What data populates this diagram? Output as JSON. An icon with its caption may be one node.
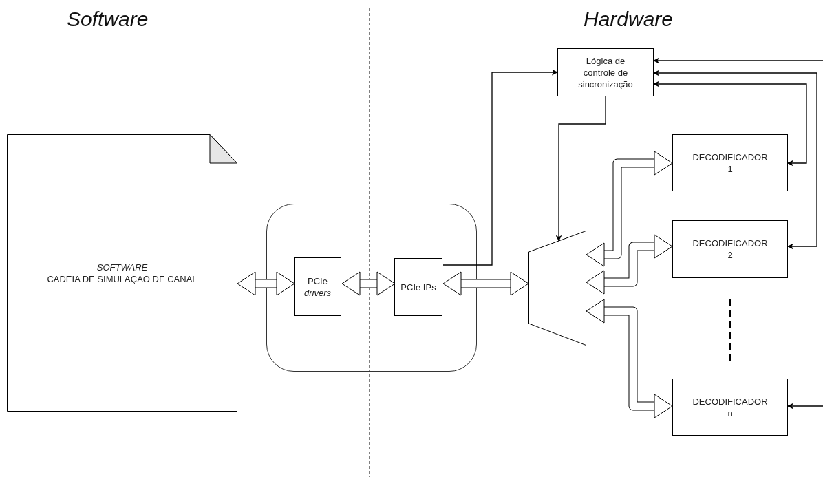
{
  "diagram": {
    "nodes": [
      {
        "text": [
          "SOFTWARE",
          "CADEIA DE SIMULAÇÃO DE CANAL"
        ]
      },
      {
        "text": [],
        "shape": "box"
      },
      {
        "text": [
          "PCIe *drivers*"
        ],
        "in": 1
      },
      {
        "text": [
          "PCIe IPs"
        ],
        "in": 1
      },
      {
        "text": [
          "Lógica de controle de sincronização"
        ]
      },
      {
        "text": [],
        "shape": "trapezoid"
      },
      {
        "text": [
          "DECODIFICADOR 1"
        ]
      },
      {
        "text": [
          "DECODIFICADOR 2"
        ]
      },
      {
        "text": [
          "DECODIFICADOR n"
        ]
      }
    ],
    "edges": [
      {
        "from": 0,
        "to": 2,
        "arrow": "both",
        "style": "thick"
      },
      {
        "from": 2,
        "to": 3,
        "arrow": "both",
        "style": "thick"
      },
      {
        "from": 3,
        "to": 5,
        "arrow": "both",
        "style": "thick"
      },
      {
        "from": 5,
        "to": 6,
        "arrow": "both",
        "style": "thick"
      },
      {
        "from": 5,
        "to": 7,
        "arrow": "both",
        "style": "thick"
      },
      {
        "from": 5,
        "to": 8,
        "arrow": "both",
        "style": "thick"
      },
      {
        "from": 3,
        "to": 4,
        "arrow": "to"
      },
      {
        "from": 4,
        "to": 5,
        "arrow": "to"
      },
      {
        "from": 6,
        "to": 4,
        "arrow": "both"
      },
      {
        "from": 7,
        "to": 4,
        "arrow": "both"
      },
      {
        "from": null,
        "to": 4,
        "arrow": "to"
      },
      {
        "from": null,
        "to": 8,
        "arrow": "to"
      }
    ],
    "labels": [
      "Software",
      "Hardware"
    ]
  }
}
